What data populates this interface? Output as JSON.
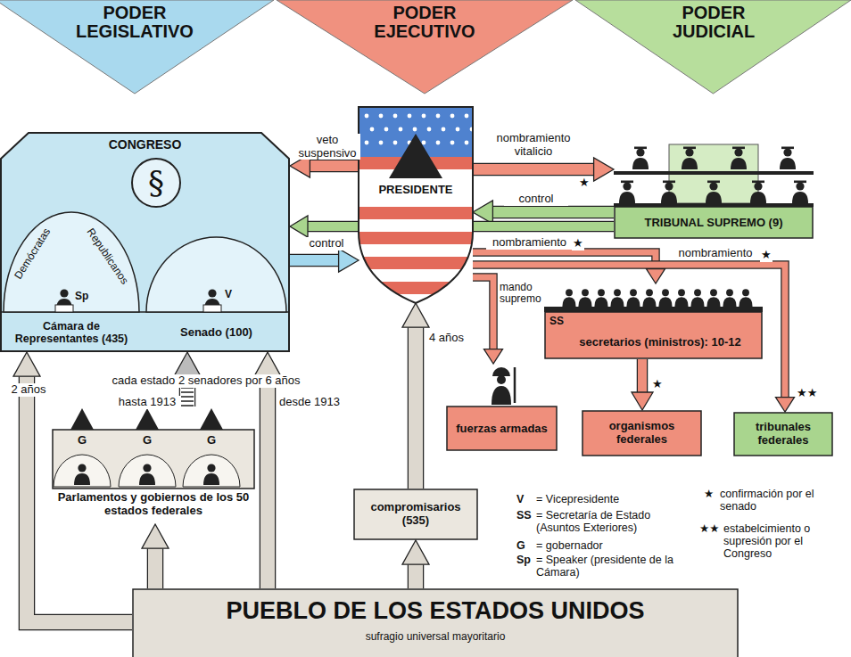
{
  "diagram": {
    "nodes": [
      {
        "text": [
          "PODER LEGISLATIVO"
        ]
      },
      {
        "text": [
          "PODER EJECUTIVO"
        ]
      },
      {
        "text": [
          "PODER JUDICIAL"
        ]
      },
      {
        "text": [
          "CONGRESO"
        ]
      },
      {
        "text": [
          "§"
        ],
        "in": 3
      },
      {
        "text": [
          "Demócratas",
          "Republicanos",
          "Sp",
          "Cámara de Representantes (435)"
        ],
        "in": 3
      },
      {
        "text": [
          "V",
          "Senado (100)"
        ],
        "in": 3
      },
      {
        "text": [
          "PRESIDENTE"
        ]
      },
      {
        "text": [
          "TRIBUNAL SUPREMO (9)"
        ]
      },
      {
        "text": [
          "SS",
          "secretarios (ministros): 10-12"
        ]
      },
      {
        "text": [
          "fuerzas armadas"
        ]
      },
      {
        "text": [
          "organismos federales"
        ]
      },
      {
        "text": [
          "tribunales federales"
        ]
      },
      {
        "text": [
          "G",
          "G",
          "G",
          "Parlamentos y gobiernos de los 50 estados federales"
        ]
      },
      {
        "text": [
          "compromisarios (535)"
        ]
      },
      {
        "text": [
          "PUEBLO DE LOS ESTADOS UNIDOS",
          "sufragio universal mayoritario"
        ]
      }
    ],
    "edges": [
      {
        "from": 7,
        "to": 3,
        "label": "veto suspensivo",
        "arrow": "to"
      },
      {
        "from": 7,
        "to": 8,
        "label": "nombramiento vitalicio",
        "arrow": "to"
      },
      {
        "from": 8,
        "to": 7,
        "label": "control",
        "arrow": "to"
      },
      {
        "from": 8,
        "to": 3,
        "arrow": "to"
      },
      {
        "from": 3,
        "to": 7,
        "label": "control",
        "arrow": "to"
      },
      {
        "from": 7,
        "to": 9,
        "label": "nombramiento",
        "arrow": "to"
      },
      {
        "from": 7,
        "to": 12,
        "label": "nombramiento",
        "arrow": "to"
      },
      {
        "from": 7,
        "to": 10,
        "label": "mando supremo",
        "arrow": "to"
      },
      {
        "from": 9,
        "to": 11,
        "arrow": "to"
      },
      {
        "from": 15,
        "to": 5,
        "label": "2 años",
        "arrow": "to"
      },
      {
        "from": 15,
        "to": 13,
        "arrow": "to"
      },
      {
        "from": 13,
        "to": 6,
        "label": "hasta 1913",
        "arrow": "to"
      },
      {
        "from": 15,
        "to": 6,
        "label": "desde 1913",
        "arrow": "to"
      },
      {
        "from": 15,
        "to": 14,
        "arrow": "to"
      },
      {
        "from": 14,
        "to": 7,
        "label": "4 años",
        "arrow": "to"
      }
    ],
    "labels": [
      "★",
      "★",
      "★",
      "★",
      "★★",
      "cada estado 2 senadores por 6 años",
      "V",
      "= Vicepresidente",
      "SS",
      "= Secretaría de Estado (Asuntos Exteriores)",
      "G",
      "= gobernador",
      "Sp",
      "= Speaker (presidente de la Cámara)",
      "★",
      "confirmación por el senado",
      "★★",
      "estabelcimiento o supresión por el Congreso"
    ]
  }
}
